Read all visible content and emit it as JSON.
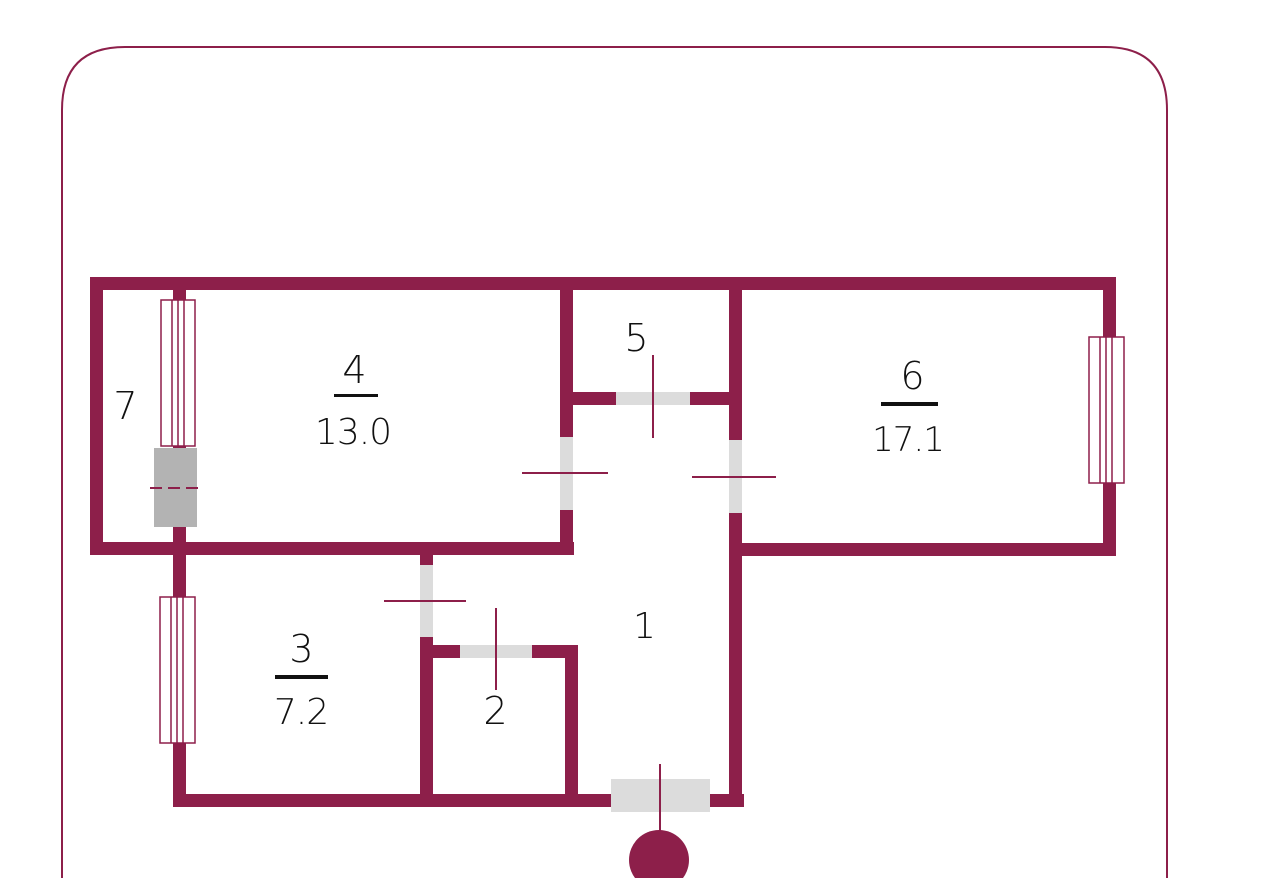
{
  "colors": {
    "wall": "#8d1f4a",
    "frame": "#8d1f4a",
    "door_gap": "#dcdcdc",
    "window_fill": "#ffffff",
    "text": "#111111",
    "background": "#ffffff"
  },
  "rooms": {
    "r1": {
      "number": "1"
    },
    "r2": {
      "number": "2"
    },
    "r3": {
      "number": "3",
      "area": "7.2"
    },
    "r4": {
      "number": "4",
      "area": "13.0"
    },
    "r5": {
      "number": "5"
    },
    "r6": {
      "number": "6",
      "area": "17.1"
    },
    "r7": {
      "number": "7"
    }
  },
  "icons": {
    "entrance_marker": "entrance-dot-icon"
  }
}
